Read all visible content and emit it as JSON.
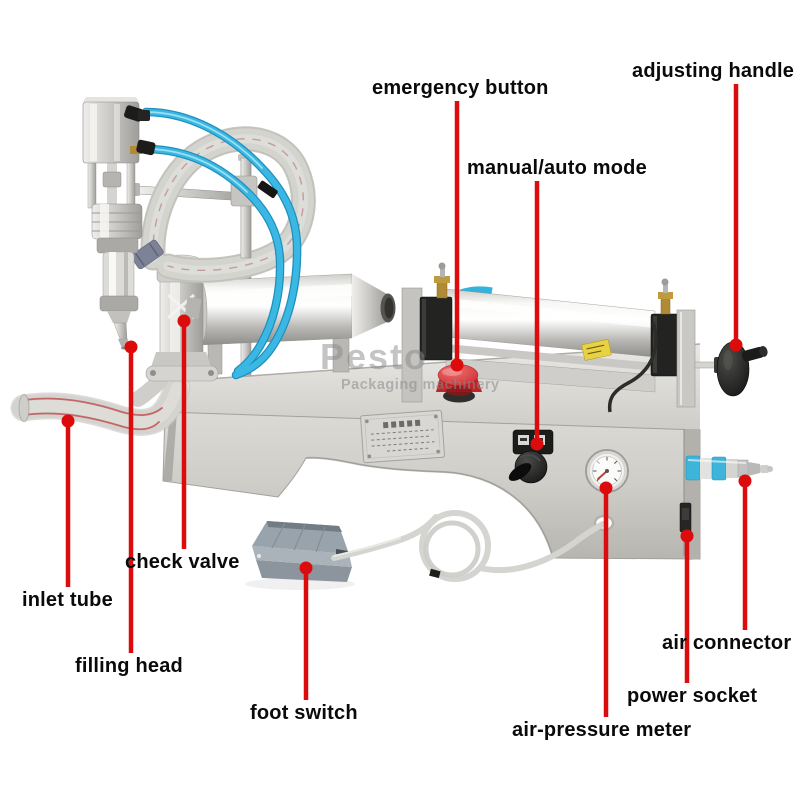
{
  "annotation": {
    "line_color": "#dd0c0c",
    "text_color": "#0a0a0a"
  },
  "watermark": {
    "line1": "Pesto",
    "line2": "Packaging machinery",
    "color": "#8a8a8a"
  },
  "labels": [
    {
      "id": "emergency-button",
      "text": "emergency button"
    },
    {
      "id": "adjusting-handle",
      "text": "adjusting handle"
    },
    {
      "id": "manual-auto-mode",
      "text": "manual/auto mode"
    },
    {
      "id": "check-valve",
      "text": "check valve"
    },
    {
      "id": "inlet-tube",
      "text": "inlet tube"
    },
    {
      "id": "filling-head",
      "text": "filling head"
    },
    {
      "id": "foot-switch",
      "text": "foot switch"
    },
    {
      "id": "air-connector",
      "text": "air connector"
    },
    {
      "id": "power-socket",
      "text": "power socket"
    },
    {
      "id": "air-pressure-meter",
      "text": "air-pressure meter"
    }
  ]
}
